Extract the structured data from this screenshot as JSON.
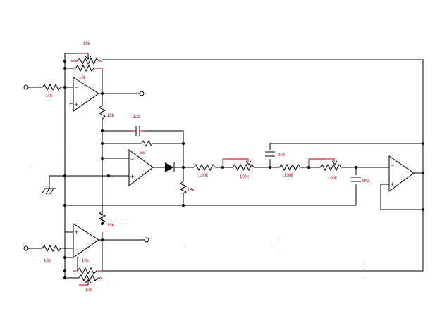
{
  "schematic": {
    "labels": {
      "pot_top": "10k",
      "r_top_fb": "10k",
      "r_in_top": "10k",
      "r_mid_top": "10k",
      "c_integrator": "3u3",
      "r_integrator": "5k",
      "r_diode_shunt": "15k",
      "r_100k_1": "100k",
      "pot_100k_1": "100k",
      "r_100k_2": "100k",
      "pot_100k_2": "100k",
      "c_9n4": "9n4",
      "c_8n2": "8n2",
      "r_mid_bot": "10k",
      "r_in_bot": "10k",
      "r_bot_fb": "10k",
      "pot_bot": "10k"
    },
    "opamp_signs": {
      "minus": "−",
      "plus": "+"
    },
    "speckles": "..",
    "colors": {
      "wire": "#000000",
      "component_lead": "#c00000",
      "label": "#c00000"
    }
  }
}
